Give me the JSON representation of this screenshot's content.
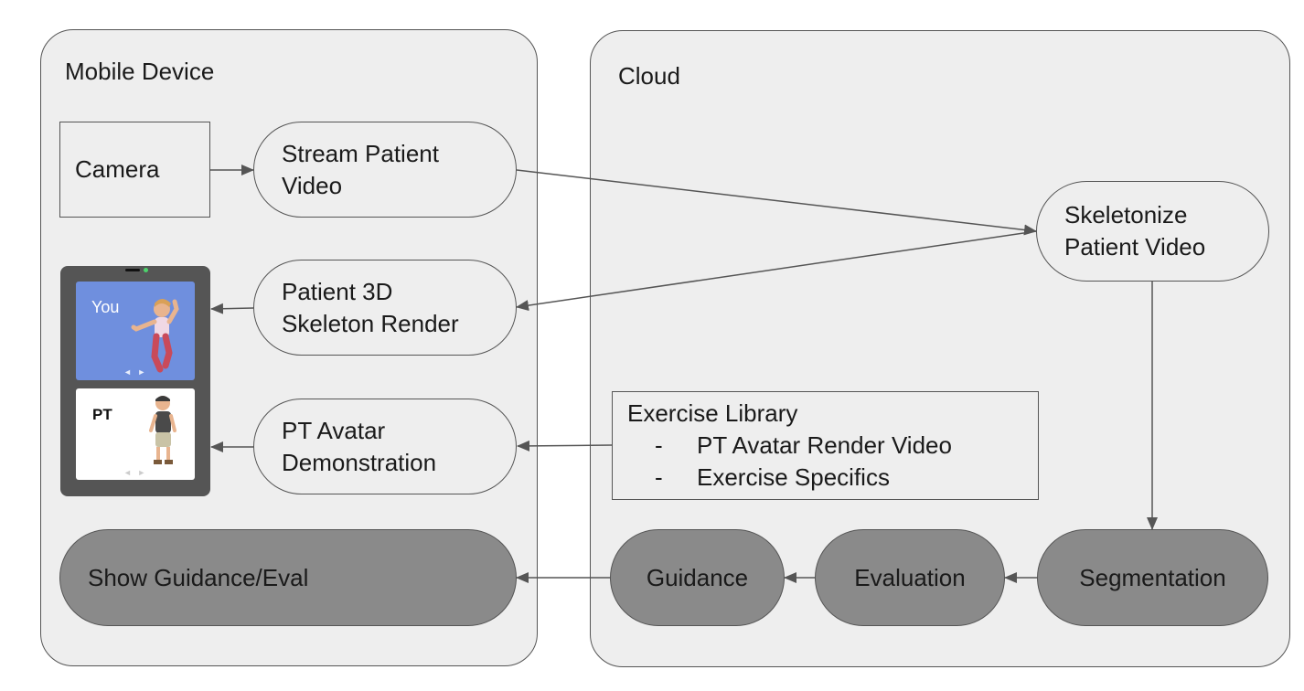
{
  "panels": {
    "mobile": {
      "title": "Mobile Device"
    },
    "cloud": {
      "title": "Cloud"
    }
  },
  "nodes": {
    "camera": "Camera",
    "stream": [
      "Stream Patient",
      "Video"
    ],
    "skeletonize": [
      "Skeletonize",
      "Patient Video"
    ],
    "render": [
      "Patient 3D",
      "Skeleton Render"
    ],
    "avatar": [
      "PT Avatar",
      "Demonstration"
    ],
    "show": "Show Guidance/Eval",
    "guidance": "Guidance",
    "evaluation": "Evaluation",
    "segmentation": "Segmentation"
  },
  "library": {
    "title": "Exercise Library",
    "items": [
      "PT Avatar Render Video",
      "Exercise Specifics"
    ],
    "bullet": "-"
  },
  "device": {
    "top_label": "You",
    "bottom_label": "PT",
    "nav_glyphs": "◄ ►"
  },
  "colors": {
    "panel_fill": "#eeeeee",
    "dark_node": "#8a8a8a",
    "stroke": "#555555",
    "screen_blue": "#6f8fde"
  }
}
